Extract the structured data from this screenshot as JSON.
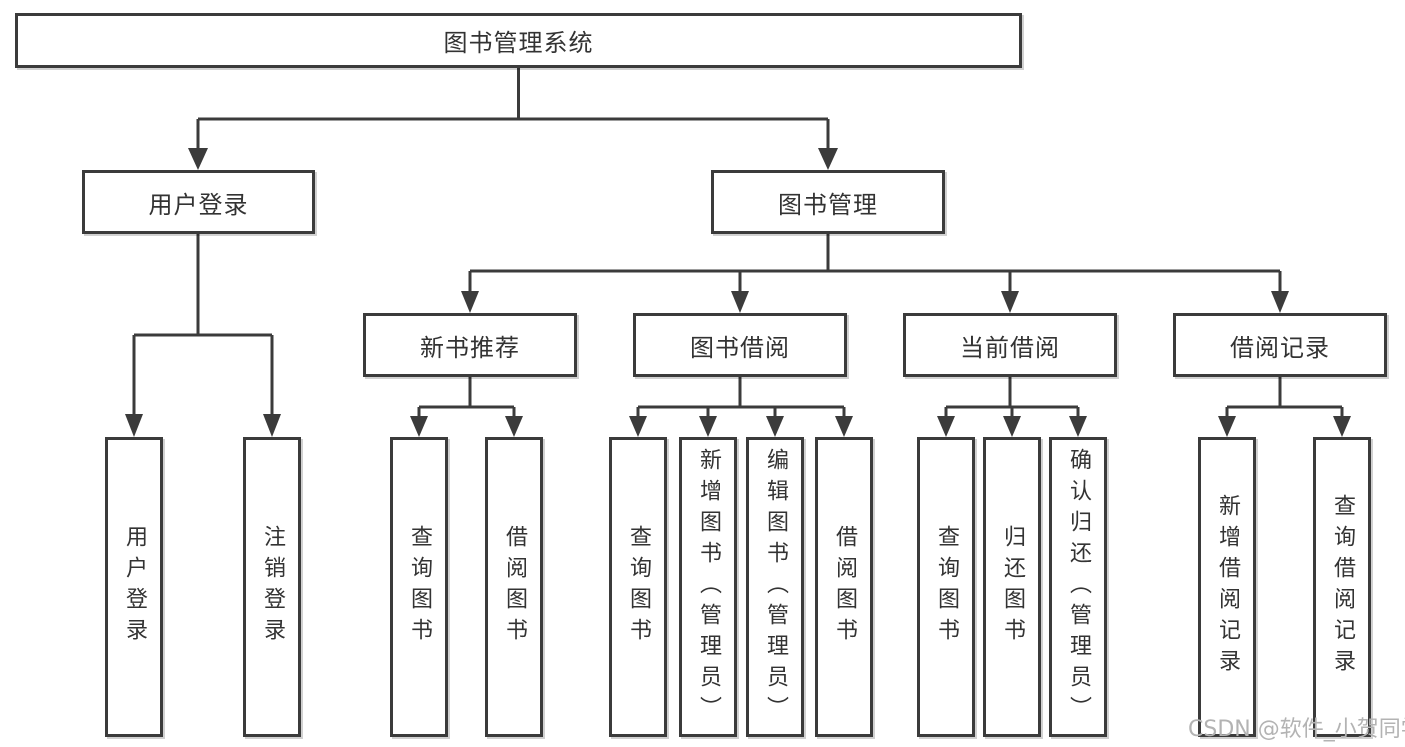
{
  "theme": {
    "line": "#3b3b3b",
    "text": "#333333",
    "watermark": "#b3b3b3",
    "background": "#ffffff"
  },
  "watermark": "CSDN @软件_小贺同学",
  "chart_type": "org-hierarchy-diagram",
  "tree": {
    "label": "图书管理系统",
    "children": [
      {
        "label": "用户登录",
        "children": [
          {
            "label": "用户登录"
          },
          {
            "label": "注销登录"
          }
        ]
      },
      {
        "label": "图书管理",
        "children": [
          {
            "label": "新书推荐",
            "children": [
              {
                "label": "查询图书"
              },
              {
                "label": "借阅图书"
              }
            ]
          },
          {
            "label": "图书借阅",
            "children": [
              {
                "label": "查询图书"
              },
              {
                "label": "新增图书（管理员）"
              },
              {
                "label": "编辑图书（管理员）"
              },
              {
                "label": "借阅图书"
              }
            ]
          },
          {
            "label": "当前借阅",
            "children": [
              {
                "label": "查询图书"
              },
              {
                "label": "归还图书"
              },
              {
                "label": "确认归还（管理员）"
              }
            ]
          },
          {
            "label": "借阅记录",
            "children": [
              {
                "label": "新增借阅记录"
              },
              {
                "label": "查询借阅记录"
              }
            ]
          }
        ]
      }
    ]
  }
}
